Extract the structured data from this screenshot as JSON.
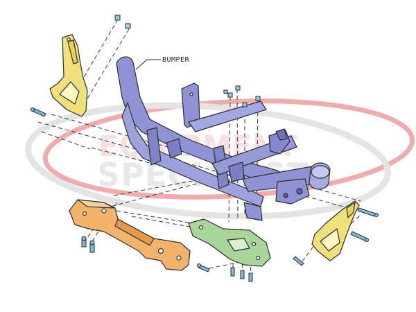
{
  "diagram": {
    "callouts": [
      {
        "id": "bumper",
        "label": "BUMPER"
      }
    ]
  },
  "watermark": {
    "line1": "EQUIPMENT",
    "line2": "SPECIALIST",
    "colors": {
      "swoosh_red": "#e46a6a",
      "swoosh_gray": "#cfcfcf",
      "text_red": "#f2bcbc",
      "text_gray": "#d2d2d2"
    }
  },
  "part_colors": {
    "bumper_frame": "#8f93d6",
    "side_gusset": "#efe07c",
    "lower_crossbar": "#f2b46d",
    "center_plate": "#a8d59a",
    "fastener": "#7fb8d8",
    "outline": "#2b2b2b"
  }
}
